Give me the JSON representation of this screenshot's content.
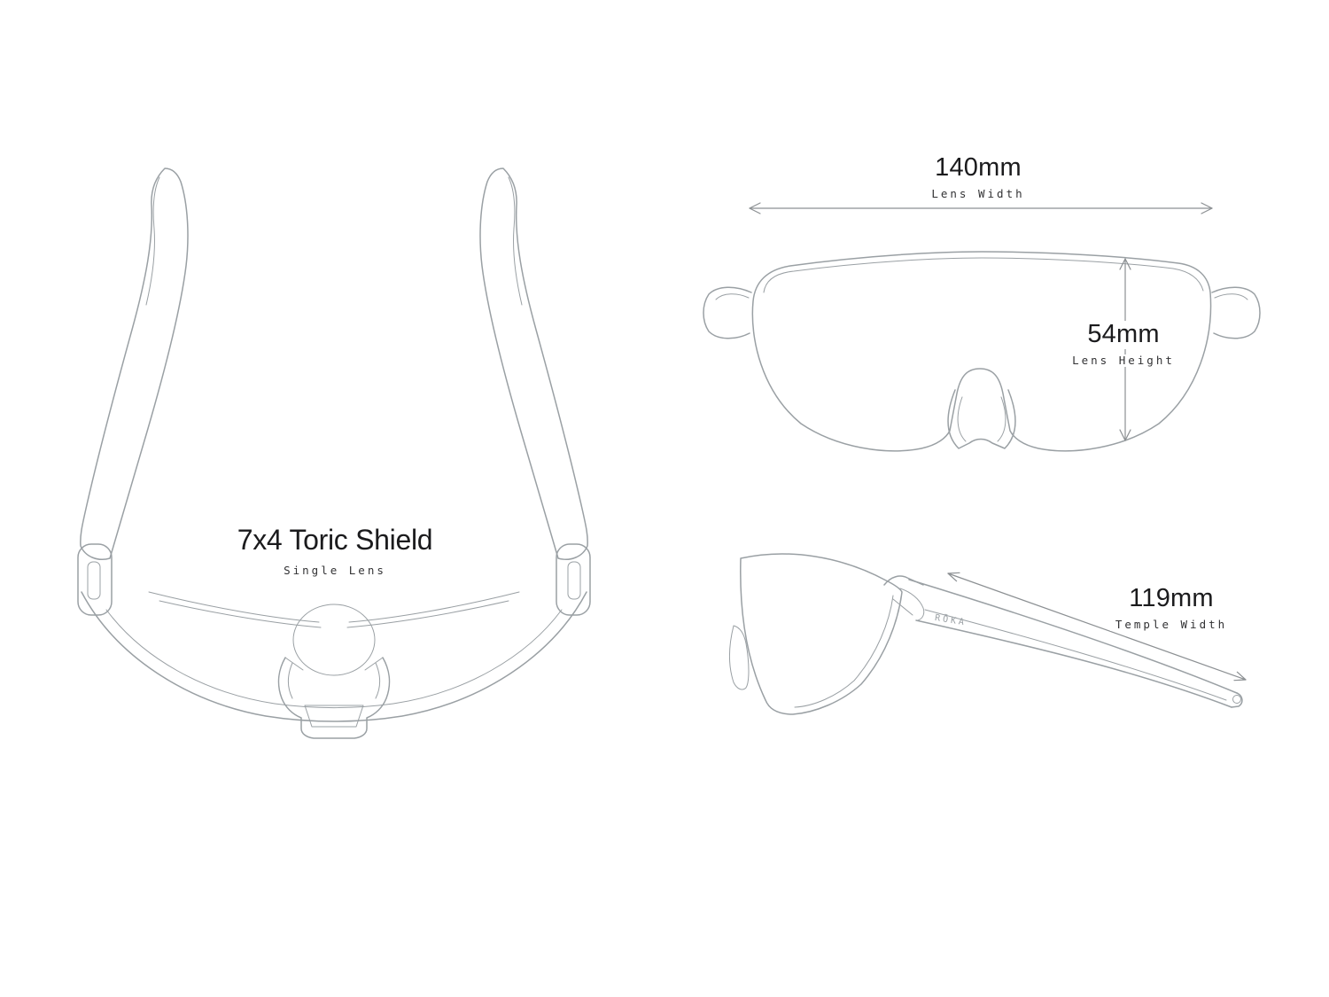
{
  "product": {
    "name": "7x4 Toric Shield",
    "lens_type": "Single Lens",
    "brand": "RŌKA"
  },
  "measurements": {
    "lens_width": {
      "value": "140mm",
      "label": "Lens Width"
    },
    "lens_height": {
      "value": "54mm",
      "label": "Lens Height"
    },
    "temple_width": {
      "value": "119mm",
      "label": "Temple Width"
    }
  },
  "colors": {
    "line": "#9aa0a4",
    "arrow": "#8c9093",
    "text_primary": "#1b1b1d",
    "text_secondary": "#323234",
    "background": "#ffffff"
  }
}
